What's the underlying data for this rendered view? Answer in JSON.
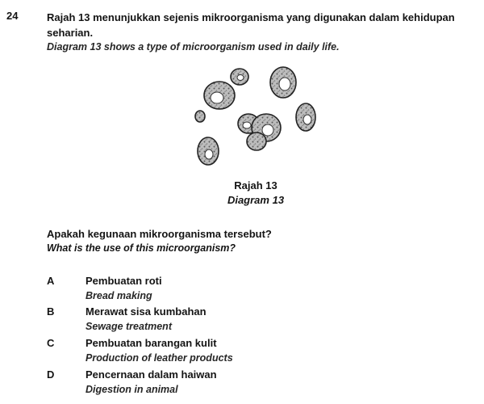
{
  "question": {
    "number": "24",
    "stem_ms": "Rajah 13 menunjukkan sejenis mikroorganisma yang digunakan dalam kehidupan seharian.",
    "stem_en": "Diagram 13 shows a type of microorganism used in daily life.",
    "figure": {
      "caption_ms": "Rajah 13",
      "caption_en": "Diagram 13",
      "icon": "yeast-cells-icon"
    },
    "prompt_ms": "Apakah kegunaan mikroorganisma tersebut?",
    "prompt_en": "What is the use of this microorganism?",
    "options": [
      {
        "letter": "A",
        "text_ms": "Pembuatan roti",
        "text_en": "Bread making"
      },
      {
        "letter": "B",
        "text_ms": "Merawat sisa kumbahan",
        "text_en": "Sewage treatment"
      },
      {
        "letter": "C",
        "text_ms": "Pembuatan barangan kulit",
        "text_en": "Production of leather products"
      },
      {
        "letter": "D",
        "text_ms": "Pencernaan dalam haiwan",
        "text_en": "Digestion in animal"
      }
    ]
  }
}
